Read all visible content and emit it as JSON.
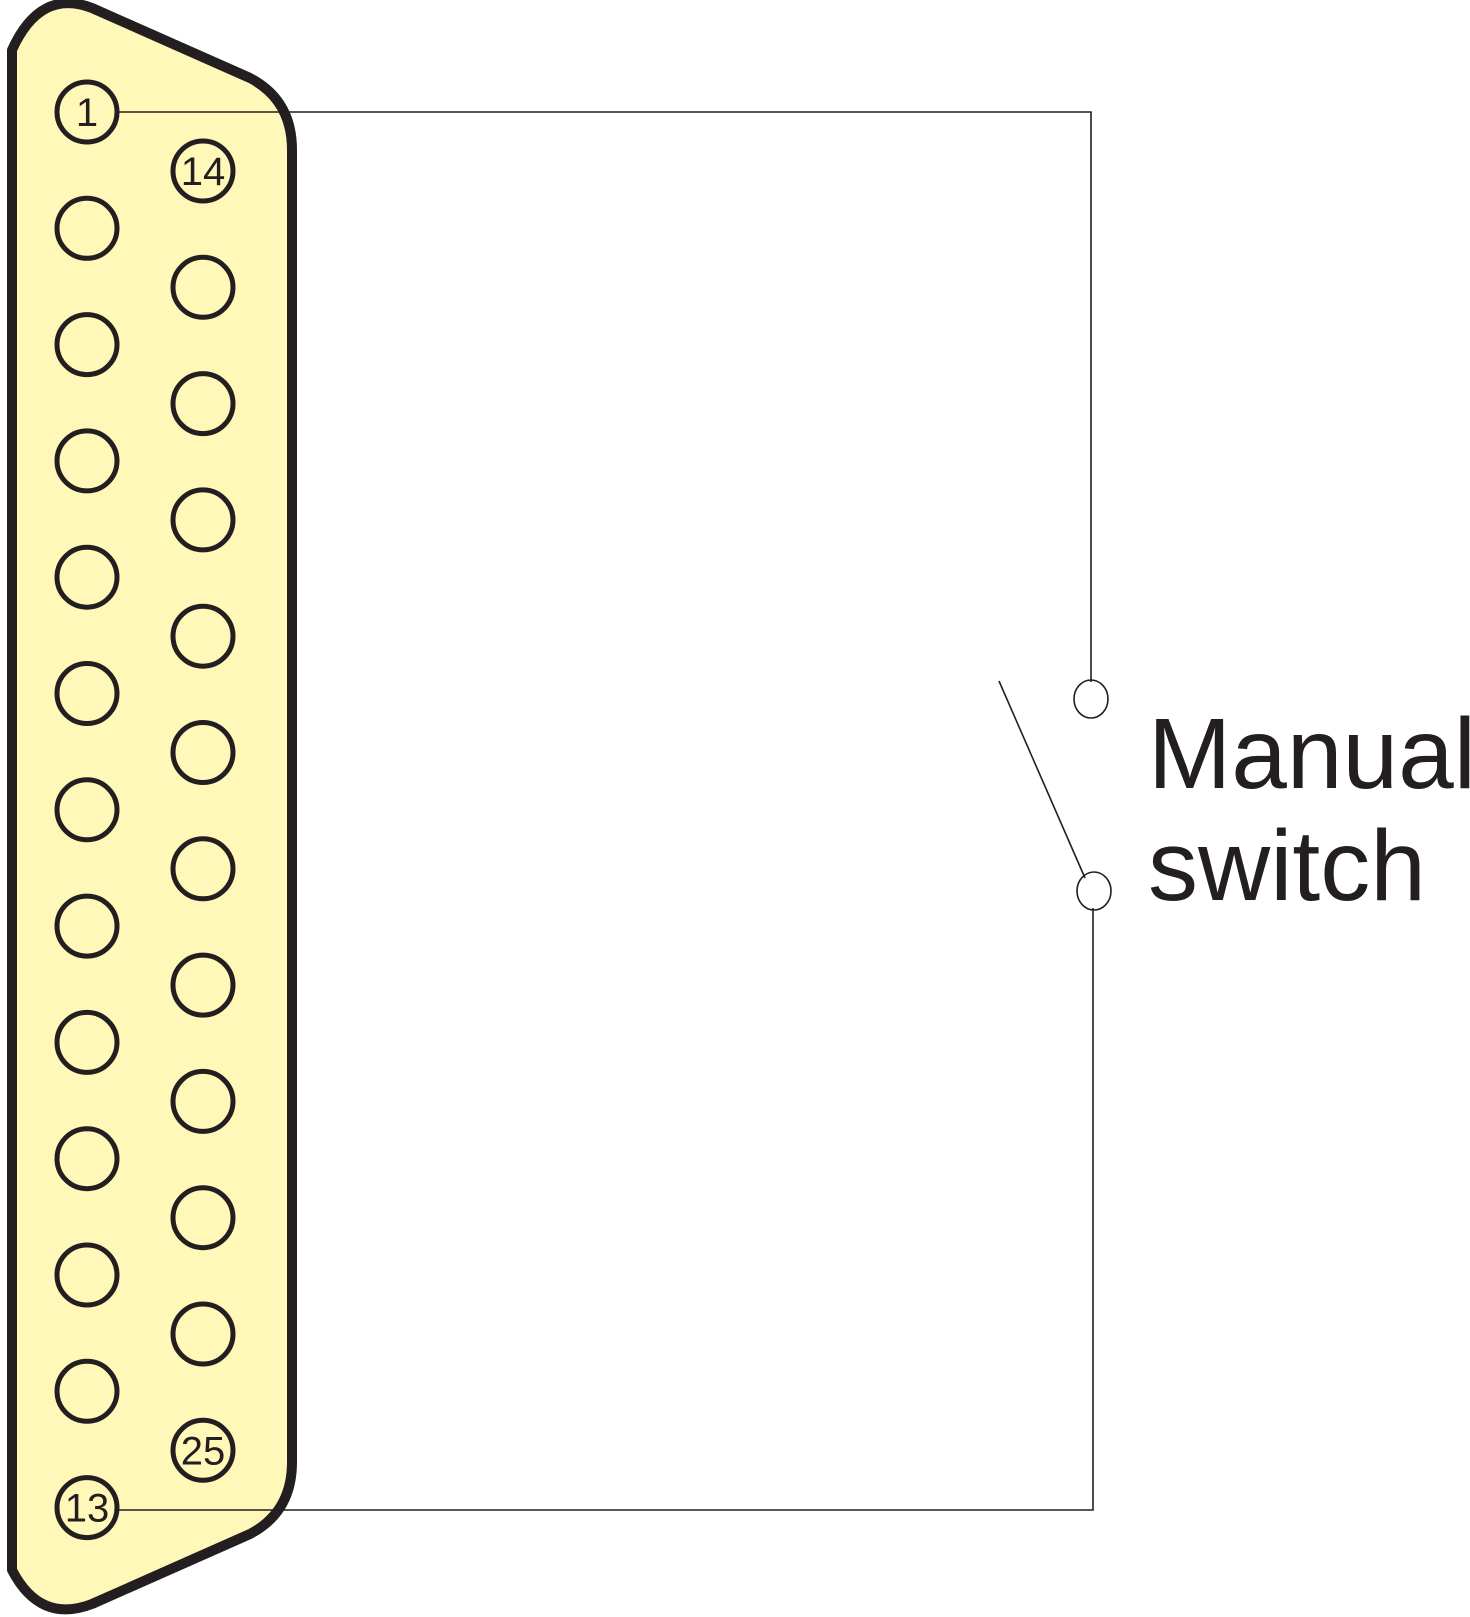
{
  "connector": {
    "fill_color": "#fff8b8",
    "outline_color": "#231f20",
    "top_row_pins": 13,
    "bottom_row_pins": 12,
    "pin_labels": {
      "first": "1",
      "second_row_first": "14",
      "second_row_last": "25",
      "first_row_last": "13"
    }
  },
  "switch": {
    "label_line1": "Manual",
    "label_line2": "switch",
    "wires": [
      "1",
      "13"
    ]
  },
  "colors": {
    "ink": "#231f20",
    "background": "#ffffff"
  }
}
